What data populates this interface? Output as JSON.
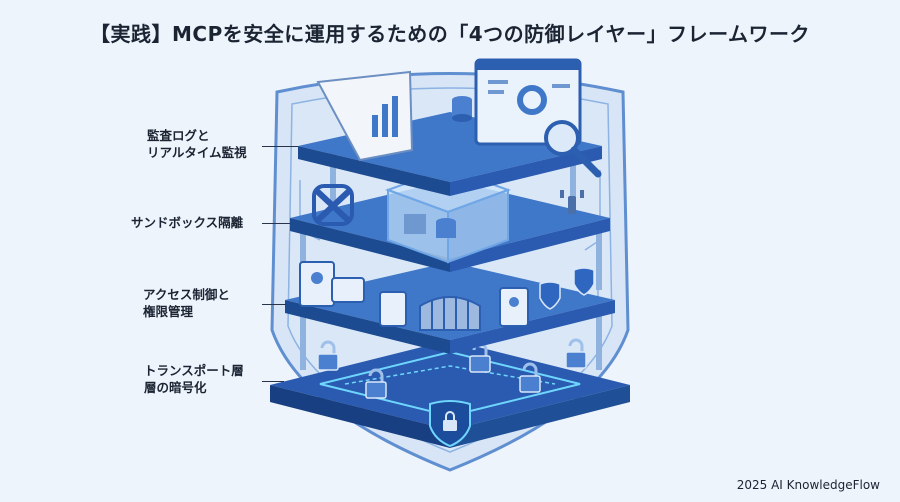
{
  "title": "【実践】MCPを安全に運用するための「4つの防御レイヤー」フレームワーク",
  "layers": [
    {
      "lines": [
        "監査ログと",
        "リアルタイム監視"
      ]
    },
    {
      "lines": [
        "サンドボックス隔離"
      ]
    },
    {
      "lines": [
        "アクセス制御と",
        "権限管理"
      ]
    },
    {
      "lines": [
        "トランスポート層",
        "層の暗号化"
      ]
    }
  ],
  "footer": "2025 AI KnowledgeFlow",
  "colors": {
    "background": "#eef4fb",
    "platform_top": "#3f77c9",
    "platform_side": "#1f4f96",
    "shield_fill": "#cfe0f4",
    "shield_stroke": "#5f8fd0",
    "glow": "#6fd6ff"
  }
}
